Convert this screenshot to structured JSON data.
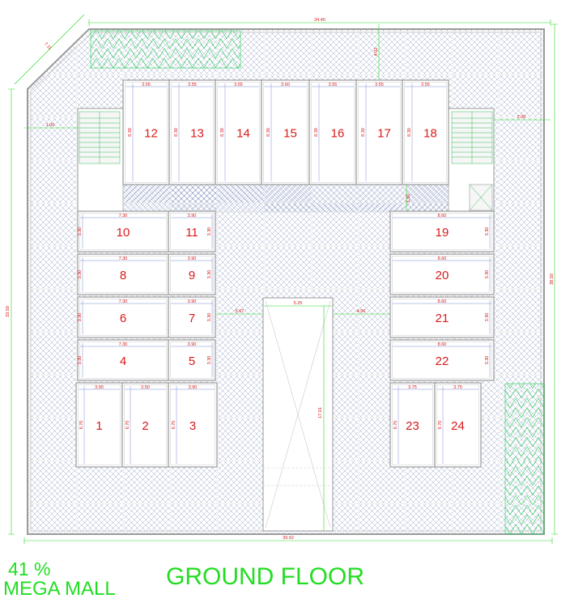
{
  "plan": {
    "percent_label": "41 %",
    "mall_name": "MEGA MALL",
    "floor_title": "GROUND FLOOR",
    "outer_dims": {
      "top": "34.40",
      "bottom": "39.92",
      "left": "33.50",
      "right": "38.50",
      "chamfer": "7.11",
      "top_gap": "4.02"
    },
    "row_top_shops": [
      {
        "num": "12",
        "width": "3.55",
        "depth": "8.30"
      },
      {
        "num": "13",
        "width": "3.55",
        "depth": "8.30"
      },
      {
        "num": "14",
        "width": "3.55",
        "depth": "8.30"
      },
      {
        "num": "15",
        "width": "3.60",
        "depth": "8.30"
      },
      {
        "num": "16",
        "width": "3.55",
        "depth": "8.30"
      },
      {
        "num": "17",
        "width": "3.55",
        "depth": "8.30"
      },
      {
        "num": "18",
        "width": "3.55",
        "depth": "8.30"
      }
    ],
    "left_block_shops": [
      {
        "left": "10",
        "right": "11",
        "lw": "7.30",
        "rw": "3.90",
        "depth": "3.30"
      },
      {
        "left": "8",
        "right": "9",
        "lw": "7.30",
        "rw": "3.90",
        "depth": "3.30"
      },
      {
        "left": "6",
        "right": "7",
        "lw": "7.30",
        "rw": "3.90",
        "depth": "3.30"
      },
      {
        "left": "4",
        "right": "5",
        "lw": "7.30",
        "rw": "3.90",
        "depth": "3.30"
      }
    ],
    "bottom_left_shops": [
      {
        "num": "1",
        "width": "3.90",
        "depth": "6.70"
      },
      {
        "num": "2",
        "width": "3.50",
        "depth": "6.70"
      },
      {
        "num": "3",
        "width": "3.90",
        "depth": "6.70"
      }
    ],
    "right_block_shops": [
      {
        "num": "19",
        "width": "8.60",
        "depth": "3.30"
      },
      {
        "num": "20",
        "width": "8.60",
        "depth": "3.30"
      },
      {
        "num": "21",
        "width": "8.60",
        "depth": "3.30"
      },
      {
        "num": "22",
        "width": "8.60",
        "depth": "3.30"
      }
    ],
    "bottom_right_shops": [
      {
        "num": "23",
        "width": "3.75",
        "depth": "6.70"
      },
      {
        "num": "24",
        "width": "3.75",
        "depth": "6.70"
      }
    ],
    "atrium": {
      "width": "5.25",
      "length": "17.01"
    },
    "misc_dims": {
      "left_stair_gap": "1.00",
      "right_stair_gap": "2.00",
      "atrium_left_gap": "5.67",
      "atrium_right_gap": "4.50",
      "corridor_gap": "1.50"
    },
    "colors": {
      "wall": "#9a9a9a",
      "shop_fill": "#ffffff",
      "hatch": "#9aa6c8",
      "shop_number": "#d81b1b",
      "dimension_line": "#22dd22",
      "caption": "#22dd22"
    }
  }
}
